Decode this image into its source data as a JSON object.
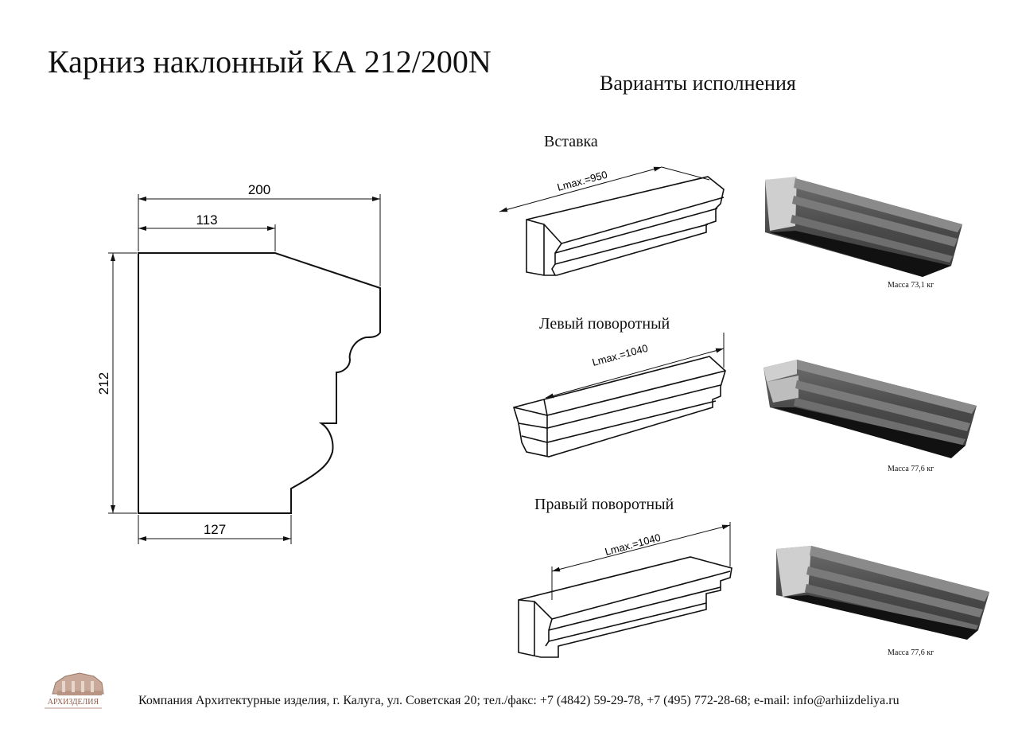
{
  "title": "Карниз наклонный КА 212/200N",
  "variants_heading": "Варианты исполнения",
  "drawing": {
    "dim_total_width": "200",
    "dim_top_width": "113",
    "dim_height": "212",
    "dim_bottom_width": "127"
  },
  "variants": [
    {
      "label": "Вставка",
      "lmax": "Lmax.=950",
      "mass": "Масса 73,1 кг"
    },
    {
      "label": "Левый поворотный",
      "lmax": "Lmax.=1040",
      "mass": "Масса 77,6 кг"
    },
    {
      "label": "Правый поворотный",
      "lmax": "Lmax.=1040",
      "mass": "Масса 77,6 кг"
    }
  ],
  "logo_text": "АРХИЗДЕЛИЯ",
  "footer": "Компания Архитектурные изделия, г. Калуга, ул. Советская 20; тел./факс: +7 (4842) 59-29-78, +7 (495) 772-28-68; e-mail: info@arhiizdeliya.ru",
  "colors": {
    "line": "#111111",
    "render_dark": "#4a4a4a",
    "render_top": "#8a8a8a",
    "render_end": "#c8c8c8"
  }
}
